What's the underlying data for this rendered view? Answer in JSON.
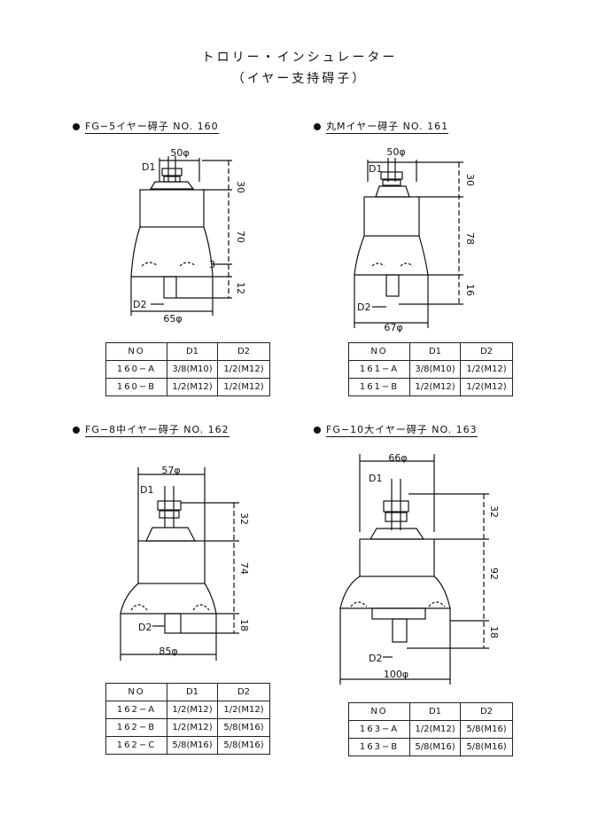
{
  "header": {
    "title": "トロリー・インシュレーター",
    "subtitle": "（イヤー支持碍子）"
  },
  "products": [
    {
      "heading": "FG−5イヤー碍子  NO. 160",
      "dims": {
        "top_dia": "50φ",
        "bottom_dia": "65φ",
        "h1": "30",
        "h2": "70",
        "h3": "12",
        "lip": "3",
        "d1": "D1",
        "d2": "D2"
      },
      "table": {
        "header": [
          "NO",
          "D1",
          "D2"
        ],
        "rows": [
          [
            "160−A",
            "3/8(M10)",
            "1/2(M12)"
          ],
          [
            "160−B",
            "1/2(M12)",
            "1/2(M12)"
          ]
        ]
      }
    },
    {
      "heading": "丸Mイヤー碍子  NO. 161",
      "dims": {
        "top_dia": "50φ",
        "bottom_dia": "67φ",
        "h1": "30",
        "h2": "78",
        "h3": "16",
        "d1": "D1",
        "d2": "D2"
      },
      "table": {
        "header": [
          "NO",
          "D1",
          "D2"
        ],
        "rows": [
          [
            "161−A",
            "3/8(M10)",
            "1/2(M12)"
          ],
          [
            "161−B",
            "1/2(M12)",
            "1/2(M12)"
          ]
        ]
      }
    },
    {
      "heading": "FG−8中イヤー碍子  NO. 162",
      "dims": {
        "top_dia": "57φ",
        "bottom_dia": "85φ",
        "h1": "32",
        "h2": "74",
        "h3": "18",
        "d1": "D1",
        "d2": "D2"
      },
      "table": {
        "header": [
          "NO",
          "D1",
          "D2"
        ],
        "rows": [
          [
            "162−A",
            "1/2(M12)",
            "1/2(M12)"
          ],
          [
            "162−B",
            "1/2(M12)",
            "5/8(M16)"
          ],
          [
            "162−C",
            "5/8(M16)",
            "5/8(M16)"
          ]
        ]
      }
    },
    {
      "heading": "FG−10大イヤー碍子  NO. 163",
      "dims": {
        "top_dia": "66φ",
        "bottom_dia": "100φ",
        "h1": "32",
        "h2": "92",
        "h3": "18",
        "d1": "D1",
        "d2": "D2"
      },
      "table": {
        "header": [
          "NO",
          "D1",
          "D2"
        ],
        "rows": [
          [
            "163−A",
            "1/2(M12)",
            "5/8(M16)"
          ],
          [
            "163−B",
            "5/8(M16)",
            "5/8(M16)"
          ]
        ]
      }
    }
  ]
}
